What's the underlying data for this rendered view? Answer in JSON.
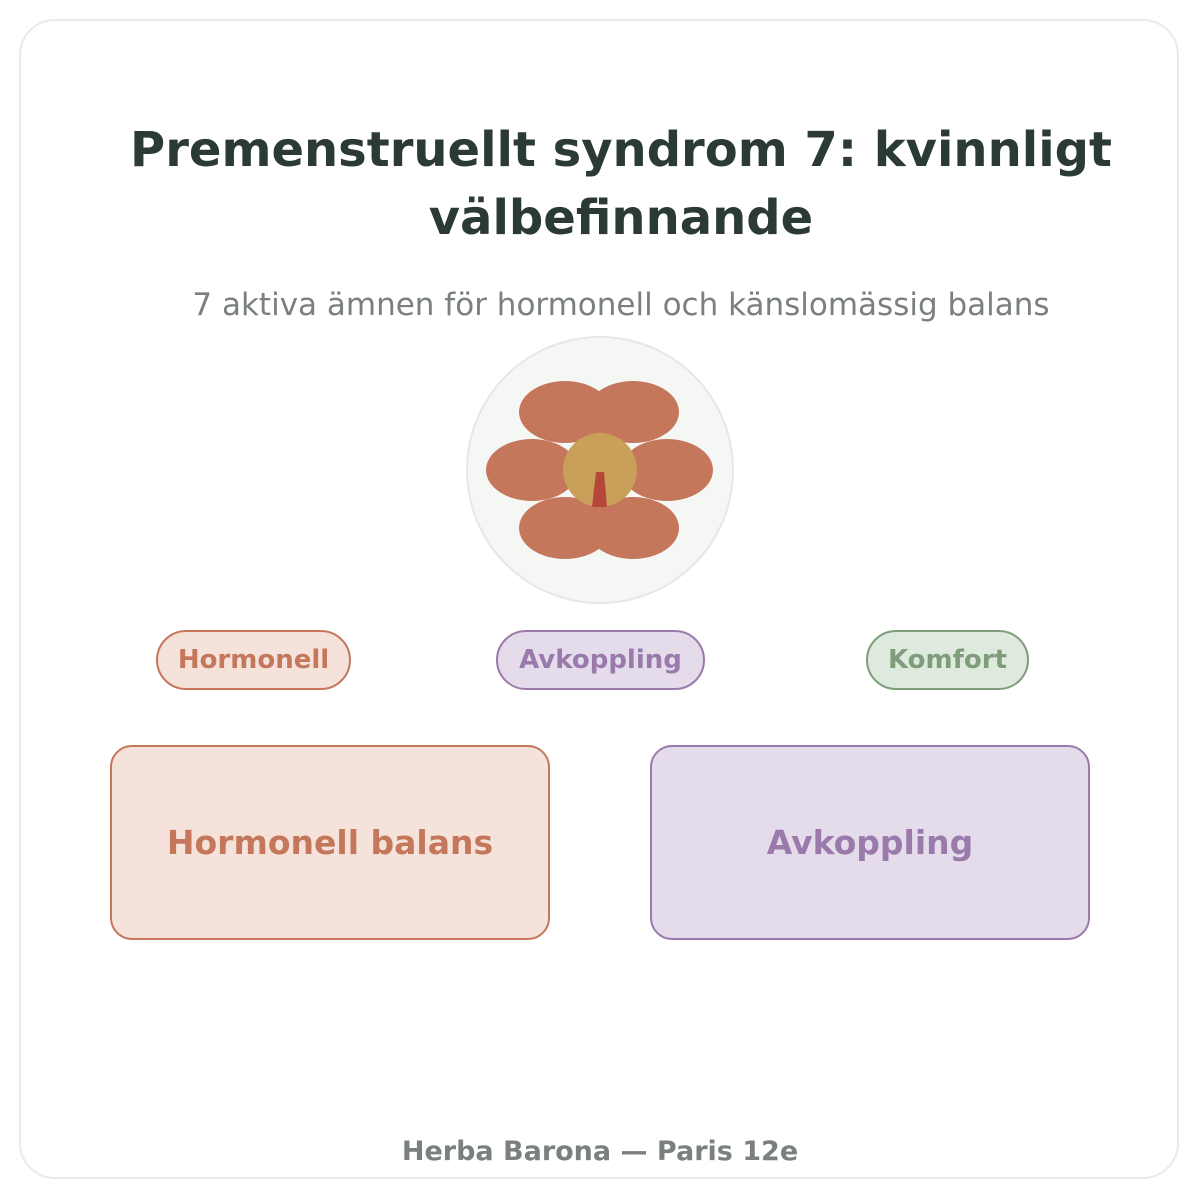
{
  "header": {
    "title": "Premenstruellt syndrom 7: kvinnligt välbefinnande",
    "subtitle": "7 aktiva ämnen för hormonell och känslomässig balans"
  },
  "emblem": {
    "icon": "flower-icon",
    "petal_color": "#c4775b",
    "center_color": "#c8a05a",
    "mark_color": "#b5473a",
    "background_color": "#f5f7f4"
  },
  "chips": [
    {
      "label": "Hormonell",
      "color": "#c4775b"
    },
    {
      "label": "Avkoppling",
      "color": "#9a7aaa"
    },
    {
      "label": "Komfort",
      "color": "#7f9d7b"
    }
  ],
  "panels": [
    {
      "label": "Hormonell balans",
      "color": "#c4775b"
    },
    {
      "label": "Avkoppling",
      "color": "#9a7aaa"
    }
  ],
  "footer": {
    "text": "Herba Barona — Paris 12e"
  }
}
